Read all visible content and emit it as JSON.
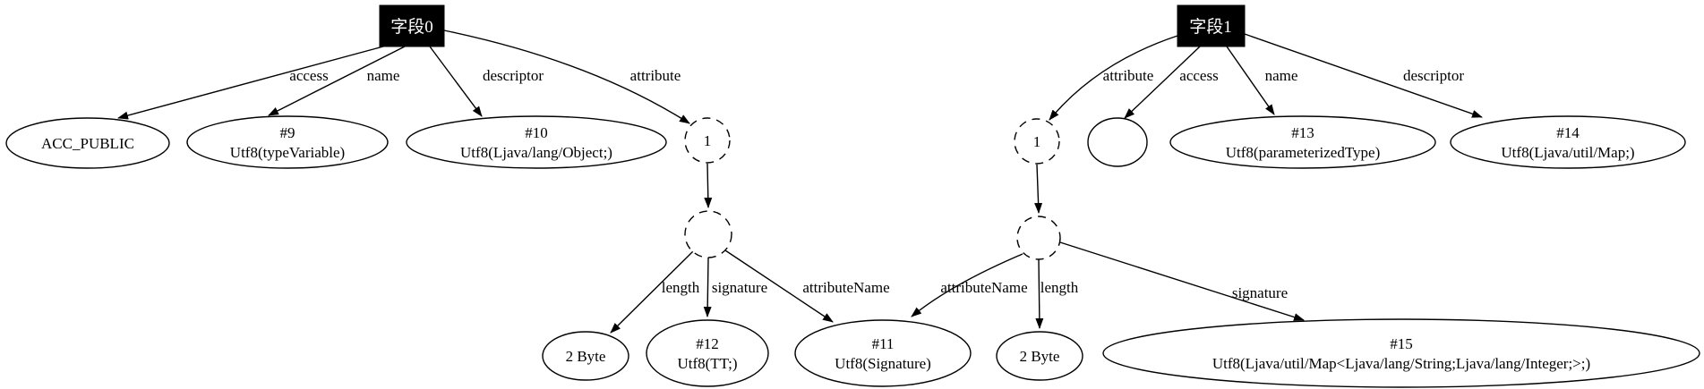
{
  "diagram": {
    "description": "class file field structure graph",
    "colors": {
      "background": "#ffffff",
      "line": "#000000",
      "field_box_fill": "#000000",
      "field_box_text": "#ffffff"
    },
    "nodes": {
      "field0": {
        "label": "字段0"
      },
      "field1": {
        "label": "字段1"
      },
      "acc_public": {
        "label": "ACC_PUBLIC"
      },
      "n9": {
        "line1": "#9",
        "line2": "Utf8(typeVariable)"
      },
      "n10": {
        "line1": "#10",
        "line2": "Utf8(Ljava/lang/Object;)"
      },
      "attr_count_left": {
        "label": "1"
      },
      "attr_count_right": {
        "label": "1"
      },
      "access_flags_right": {
        "label": ""
      },
      "n13": {
        "line1": "#13",
        "line2": "Utf8(parameterizedType)"
      },
      "n14": {
        "line1": "#14",
        "line2": "Utf8(Ljava/util/Map;)"
      },
      "attr_group_left": {
        "label": ""
      },
      "attr_group_right": {
        "label": ""
      },
      "byte2_left": {
        "label": "2 Byte"
      },
      "n12": {
        "line1": "#12",
        "line2": "Utf8(TT;)"
      },
      "n11": {
        "line1": "#11",
        "line2": "Utf8(Signature)"
      },
      "byte2_right": {
        "label": "2 Byte"
      },
      "n15": {
        "line1": "#15",
        "line2": "Utf8(Ljava/util/Map<Ljava/lang/String;Ljava/lang/Integer;>;)"
      }
    },
    "edges": {
      "f0_access": {
        "label": "access",
        "from": "field0",
        "to": "acc_public"
      },
      "f0_name": {
        "label": "name",
        "from": "field0",
        "to": "n9"
      },
      "f0_descriptor": {
        "label": "descriptor",
        "from": "field0",
        "to": "n10"
      },
      "f0_attribute": {
        "label": "attribute",
        "from": "field0",
        "to": "attr_count_left"
      },
      "f1_attribute": {
        "label": "attribute",
        "from": "field1",
        "to": "attr_count_right"
      },
      "f1_access": {
        "label": "access",
        "from": "field1",
        "to": "access_flags_right"
      },
      "f1_name": {
        "label": "name",
        "from": "field1",
        "to": "n13"
      },
      "f1_descriptor": {
        "label": "descriptor",
        "from": "field1",
        "to": "n14"
      },
      "count_to_group_left": {
        "label": "",
        "from": "attr_count_left",
        "to": "attr_group_left"
      },
      "count_to_group_right": {
        "label": "",
        "from": "attr_count_right",
        "to": "attr_group_right"
      },
      "left_length": {
        "label": "length",
        "from": "attr_group_left",
        "to": "byte2_left"
      },
      "left_signature": {
        "label": "signature",
        "from": "attr_group_left",
        "to": "n12"
      },
      "left_attributeName": {
        "label": "attributeName",
        "from": "attr_group_left",
        "to": "n11"
      },
      "right_attributeName": {
        "label": "attributeName",
        "from": "attr_group_right",
        "to": "n11"
      },
      "right_length": {
        "label": "length",
        "from": "attr_group_right",
        "to": "byte2_right"
      },
      "right_signature": {
        "label": "signature",
        "from": "attr_group_right",
        "to": "n15"
      }
    }
  }
}
